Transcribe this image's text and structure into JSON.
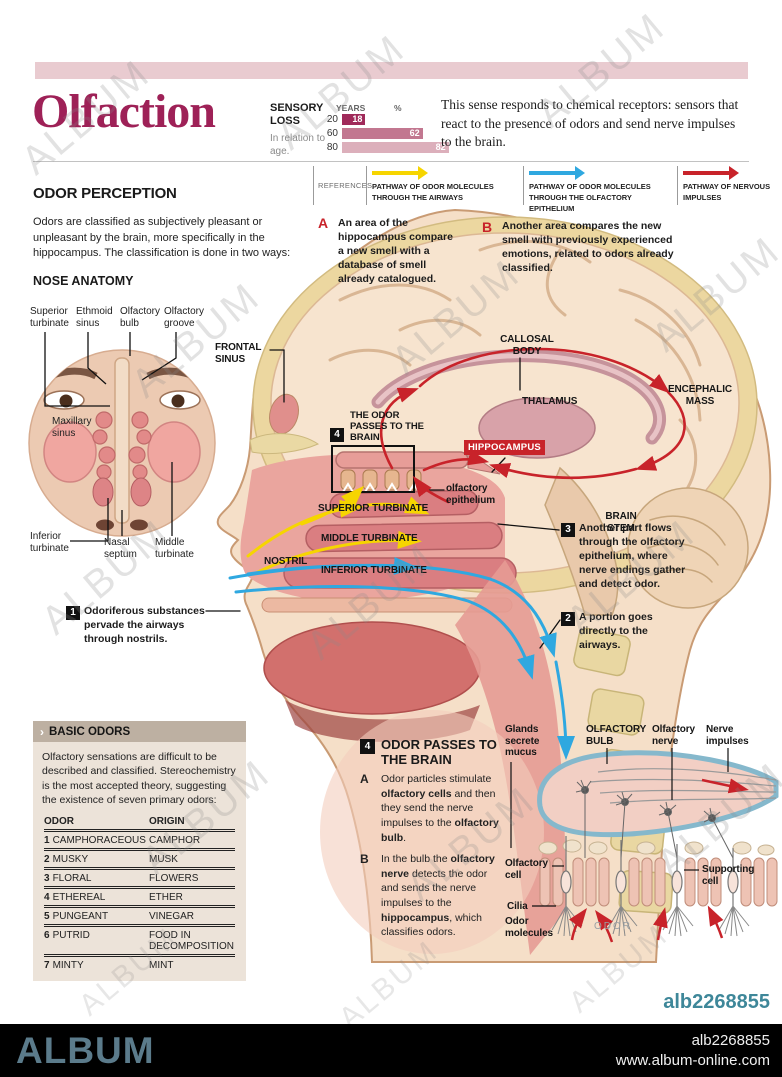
{
  "header": {
    "title": "Olfaction",
    "title_color": "#9e2157",
    "band_color": "#e9cbd0",
    "sensory_loss": {
      "label": "SENSORY LOSS",
      "sublabel": "In relation to age.",
      "col_years": "YEARS",
      "col_pct": "%",
      "rows": [
        {
          "year": "20",
          "value": 18,
          "color": "#a02a5a"
        },
        {
          "year": "60",
          "value": 62,
          "color": "#c27790"
        },
        {
          "year": "80",
          "value": 82,
          "color": "#dcafbb"
        }
      ]
    },
    "intro": "This sense responds to chemical receptors: sensors that react to the presence of odors and send nerve impulses to the brain."
  },
  "legend": {
    "label": "REFERENCES",
    "items": [
      {
        "text": "PATHWAY OF ODOR MOLECULES THROUGH THE AIRWAYS",
        "color": "#f6d500"
      },
      {
        "text": "PATHWAY OF ODOR MOLECULES THROUGH THE OLFACTORY EPITHELIUM",
        "color": "#2fa8e0"
      },
      {
        "text": "PATHWAY OF NERVOUS IMPULSES",
        "color": "#c8232a"
      }
    ]
  },
  "perception": {
    "heading": "ODOR PERCEPTION",
    "body": "Odors are classified as subjectively pleasant or unpleasant by the brain, more specifically in the hippocampus. The classification is done in two ways:"
  },
  "notes_ab": {
    "a_letter": "A",
    "a_text": "An area of the hippocampus compare a new smell with a database of smell already catalogued.",
    "b_letter": "B",
    "b_text": "Another area compares the new smell with previously experienced emotions, related to odors already classified."
  },
  "nose": {
    "heading": "NOSE ANATOMY",
    "superior": "Superior turbinate",
    "ethmoid": "Ethmoid sinus",
    "bulb": "Olfactory bulb",
    "groove": "Olfactory groove",
    "maxillary": "Maxillary sinus",
    "inferior": "Inferior turbinate",
    "septum": "Nasal septum",
    "middle": "Middle turbinate"
  },
  "head": {
    "frontal_sinus": "FRONTAL SINUS",
    "num4": "4",
    "odor_passes": "THE ODOR PASSES TO THE BRAIN",
    "callosal": "CALLOSAL BODY",
    "thalamus": "THALAMUS",
    "encephalic": "ENCEPHALIC MASS",
    "hippocampus": "HIPPOCAMPUS",
    "epithelium": "olfactory epithelium",
    "brain_stem": "BRAIN STEM",
    "sup_turb": "SUPERIOR TURBINATE",
    "mid_turb": "MIDDLE TURBINATE",
    "nostril": "NOSTRIL",
    "inf_turb": "INFERIOR TURBINATE"
  },
  "steps": [
    {
      "num": "1",
      "text": "Odoriferous substances pervade the airways through nostrils."
    },
    {
      "num": "2",
      "text": "A portion goes directly to the airways."
    },
    {
      "num": "3",
      "text": "Another part flows through the olfactory epithelium, where nerve endings gather and detect odor."
    }
  ],
  "basic_odors": {
    "chevron": "›",
    "heading": "BASIC ODORS",
    "body": "Olfactory sensations are difficult to be described and classified. Stereochemistry is the most accepted theory, suggesting the existence of seven primary odors:",
    "col_odor": "ODOR",
    "col_origin": "ORIGIN",
    "rows": [
      {
        "n": "1",
        "odor": "CAMPHORACEOUS",
        "origin": "CAMPHOR"
      },
      {
        "n": "2",
        "odor": "MUSKY",
        "origin": "MUSK"
      },
      {
        "n": "3",
        "odor": "FLORAL",
        "origin": "FLOWERS"
      },
      {
        "n": "4",
        "odor": "ETHEREAL",
        "origin": "ETHER"
      },
      {
        "n": "5",
        "odor": "PUNGEANT",
        "origin": "VINEGAR"
      },
      {
        "n": "6",
        "odor": "PUTRID",
        "origin": "FOOD IN DECOMPOSITION"
      },
      {
        "n": "7",
        "odor": "MINTY",
        "origin": "MINT"
      }
    ]
  },
  "section4": {
    "num": "4",
    "heading": "ODOR PASSES TO THE BRAIN",
    "a_letter": "A",
    "a_parts": [
      "Odor particles stimulate ",
      "olfactory cells",
      " and then they send the nerve impulses to the ",
      "olfactory bulb",
      "."
    ],
    "b_letter": "B",
    "b_parts": [
      "In the bulb the ",
      "olfactory nerve",
      " detects the odor and sends the nerve impulses to the ",
      "hippocampus",
      ", which classifies odors."
    ]
  },
  "micro": {
    "glands": "Glands secrete mucus",
    "olfactory_bulb": "OLFACTORY BULB",
    "olfactory_nerve": "Olfactory nerve",
    "nerve_impulses": "Nerve impulses",
    "olfactory_cell": "Olfactory cell",
    "supporting_cell": "Supporting cell",
    "cilia": "Cilia",
    "odor_molecules": "Odor molecules",
    "odor": "ODOR"
  },
  "watermark": {
    "text": "ALBUM",
    "code": "alb2268855"
  },
  "footer": {
    "brand": "ALBUM",
    "code": "alb2268855",
    "url": "www.album-online.com",
    "brand_color": "#5b7b8b"
  },
  "chart_data": {
    "type": "bar",
    "orientation": "horizontal",
    "title": "SENSORY LOSS - In relation to age.",
    "categories": [
      "20",
      "60",
      "80"
    ],
    "values": [
      18,
      62,
      82
    ],
    "xlabel": "YEARS",
    "ylabel": "%",
    "xlim": [
      0,
      100
    ],
    "bar_colors": [
      "#a02a5a",
      "#c27790",
      "#dcafbb"
    ]
  }
}
